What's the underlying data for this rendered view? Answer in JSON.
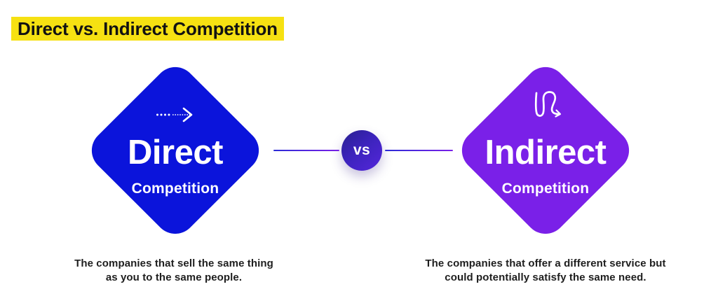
{
  "title": "Direct vs. Indirect Competition",
  "vs_badge": "vs",
  "direct": {
    "name": "Direct",
    "category": "Competition",
    "icon": "dotted-straight-arrow-right",
    "description": [
      "The companies that sell the same thing",
      "as you to the same people."
    ]
  },
  "indirect": {
    "name": "Indirect",
    "category": "Competition",
    "icon": "winding-curvy-arrow",
    "description": [
      "The companies that offer a different service but",
      "could potentially satisfy the same need."
    ]
  },
  "colors": {
    "title_highlight": "#F6E112",
    "title_text": "#121212",
    "direct_diamond": "#0B14DB",
    "indirect_diamond": "#7A20E8",
    "vs_gradient_start": "#2B2194",
    "vs_gradient_end": "#5226D8",
    "connector_start": "#2B2BD6",
    "connector_end": "#7A20E8",
    "diamond_text": "#FFFFFF",
    "caption_text": "#1E1E1E",
    "background": "#FFFFFF"
  }
}
